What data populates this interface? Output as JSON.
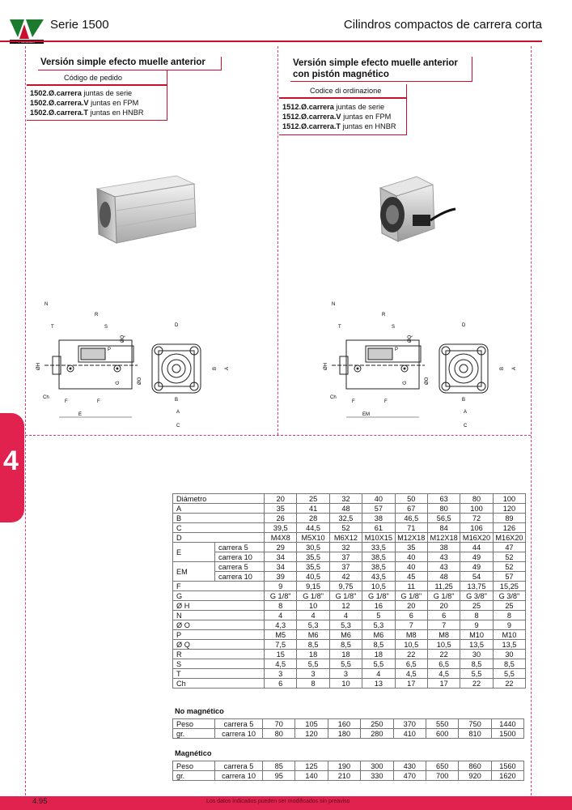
{
  "header": {
    "serie": "Serie 1500",
    "title": "Cilindros compactos de carrera corta",
    "logo_text": "PNEUMAX"
  },
  "chapter_tab": "4",
  "left": {
    "title": "Versión simple efecto muelle anterior",
    "order_label": "Código de pedido",
    "codes": [
      {
        "code": "1502.Ø.carrera",
        "desc": " juntas de serie"
      },
      {
        "code": "1502.Ø.carrera.V",
        "desc": " juntas en FPM"
      },
      {
        "code": "1502.Ø.carrera.T",
        "desc": " juntas en HNBR"
      }
    ],
    "dim_labels": {
      "N": "N",
      "R": "R",
      "T": "T",
      "S": "S",
      "P": "P",
      "OQ": "ØQ",
      "OH": "ØH",
      "G": "G",
      "OO": "ØO",
      "Ch": "Ch",
      "F": "F",
      "E": "E",
      "D": "D",
      "B": "B",
      "A": "A",
      "C": "C"
    }
  },
  "right": {
    "title_line1": "Versión simple efecto muelle anterior",
    "title_line2": "con pistón magnético",
    "order_label": "Codice di ordinazione",
    "codes": [
      {
        "code": "1512.Ø.carrera",
        "desc": " juntas de serie"
      },
      {
        "code": "1512.Ø.carrera.V",
        "desc": " juntas en FPM"
      },
      {
        "code": "1512.Ø.carrera.T",
        "desc": " juntas en HNBR"
      }
    ],
    "dim_labels": {
      "N": "N",
      "R": "R",
      "T": "T",
      "S": "S",
      "P": "P",
      "OQ": "ØQ",
      "OH": "ØH",
      "G": "G",
      "OO": "ØO",
      "Ch": "Ch",
      "F": "F",
      "E": "EM",
      "D": "D",
      "B": "B",
      "A": "A",
      "C": "C"
    }
  },
  "table": {
    "header": [
      "Diámetro",
      "20",
      "25",
      "32",
      "40",
      "50",
      "63",
      "80",
      "100"
    ],
    "rows": [
      {
        "label": "A",
        "values": [
          "35",
          "41",
          "48",
          "57",
          "67",
          "80",
          "100",
          "120"
        ]
      },
      {
        "label": "B",
        "values": [
          "26",
          "28",
          "32,5",
          "38",
          "46,5",
          "56,5",
          "72",
          "89"
        ]
      },
      {
        "label": "C",
        "values": [
          "39,5",
          "44,5",
          "52",
          "61",
          "71",
          "84",
          "106",
          "126"
        ]
      },
      {
        "label": "D",
        "values": [
          "M4X8",
          "M5X10",
          "M6X12",
          "M10X15",
          "M12X18",
          "M12X18",
          "M16X20",
          "M16X20"
        ]
      },
      {
        "label": "E",
        "sub": "carrera 5",
        "values": [
          "29",
          "30,5",
          "32",
          "33,5",
          "35",
          "38",
          "44",
          "47"
        ]
      },
      {
        "label": "",
        "sub": "carrera 10",
        "values": [
          "34",
          "35,5",
          "37",
          "38,5",
          "40",
          "43",
          "49",
          "52"
        ]
      },
      {
        "label": "EM",
        "sub": "carrera 5",
        "values": [
          "34",
          "35,5",
          "37",
          "38,5",
          "40",
          "43",
          "49",
          "52"
        ]
      },
      {
        "label": "",
        "sub": "carrera 10",
        "values": [
          "39",
          "40,5",
          "42",
          "43,5",
          "45",
          "48",
          "54",
          "57"
        ]
      },
      {
        "label": "F",
        "values": [
          "9",
          "9,15",
          "9,75",
          "10,5",
          "11",
          "11,25",
          "13,75",
          "15,25"
        ]
      },
      {
        "label": "G",
        "values": [
          "G 1/8\"",
          "G 1/8\"",
          "G 1/8\"",
          "G 1/8\"",
          "G 1/8\"",
          "G 1/8\"",
          "G 3/8\"",
          "G 3/8\""
        ]
      },
      {
        "label": "Ø H",
        "values": [
          "8",
          "10",
          "12",
          "16",
          "20",
          "20",
          "25",
          "25"
        ]
      },
      {
        "label": "N",
        "values": [
          "4",
          "4",
          "4",
          "5",
          "6",
          "6",
          "8",
          "8"
        ]
      },
      {
        "label": "Ø O",
        "values": [
          "4,3",
          "5,3",
          "5,3",
          "5,3",
          "7",
          "7",
          "9",
          "9"
        ]
      },
      {
        "label": "P",
        "values": [
          "M5",
          "M6",
          "M6",
          "M6",
          "M8",
          "M8",
          "M10",
          "M10"
        ]
      },
      {
        "label": "Ø Q",
        "values": [
          "7,5",
          "8,5",
          "8,5",
          "8,5",
          "10,5",
          "10,5",
          "13,5",
          "13,5"
        ]
      },
      {
        "label": "R",
        "values": [
          "15",
          "18",
          "18",
          "18",
          "22",
          "22",
          "30",
          "30"
        ]
      },
      {
        "label": "S",
        "values": [
          "4,5",
          "5,5",
          "5,5",
          "5,5",
          "6,5",
          "6,5",
          "8,5",
          "8,5"
        ]
      },
      {
        "label": "T",
        "values": [
          "3",
          "3",
          "3",
          "4",
          "4,5",
          "4,5",
          "5,5",
          "5,5"
        ]
      },
      {
        "label": "Ch",
        "values": [
          "6",
          "8",
          "10",
          "13",
          "17",
          "17",
          "22",
          "22"
        ]
      }
    ]
  },
  "weights_nomag": {
    "title": "No magnético",
    "rows": [
      {
        "label": "Peso",
        "sub": "carrera 5",
        "values": [
          "70",
          "105",
          "160",
          "250",
          "370",
          "550",
          "750",
          "1440"
        ]
      },
      {
        "label": "gr.",
        "sub": "carrera 10",
        "values": [
          "80",
          "120",
          "180",
          "280",
          "410",
          "600",
          "810",
          "1500"
        ]
      }
    ]
  },
  "weights_mag": {
    "title": "Magnético",
    "rows": [
      {
        "label": "Peso",
        "sub": "carrera 5",
        "values": [
          "85",
          "125",
          "190",
          "300",
          "430",
          "650",
          "860",
          "1560"
        ]
      },
      {
        "label": "gr.",
        "sub": "carrera 10",
        "values": [
          "95",
          "140",
          "210",
          "330",
          "470",
          "700",
          "920",
          "1620"
        ]
      }
    ]
  },
  "footer": {
    "page": "4.95",
    "note": "Los datos indicados pueden ser modificados sin preaviso"
  },
  "colors": {
    "accent": "#e2224e",
    "rule": "#c8102e",
    "dash": "#e23b6a"
  }
}
